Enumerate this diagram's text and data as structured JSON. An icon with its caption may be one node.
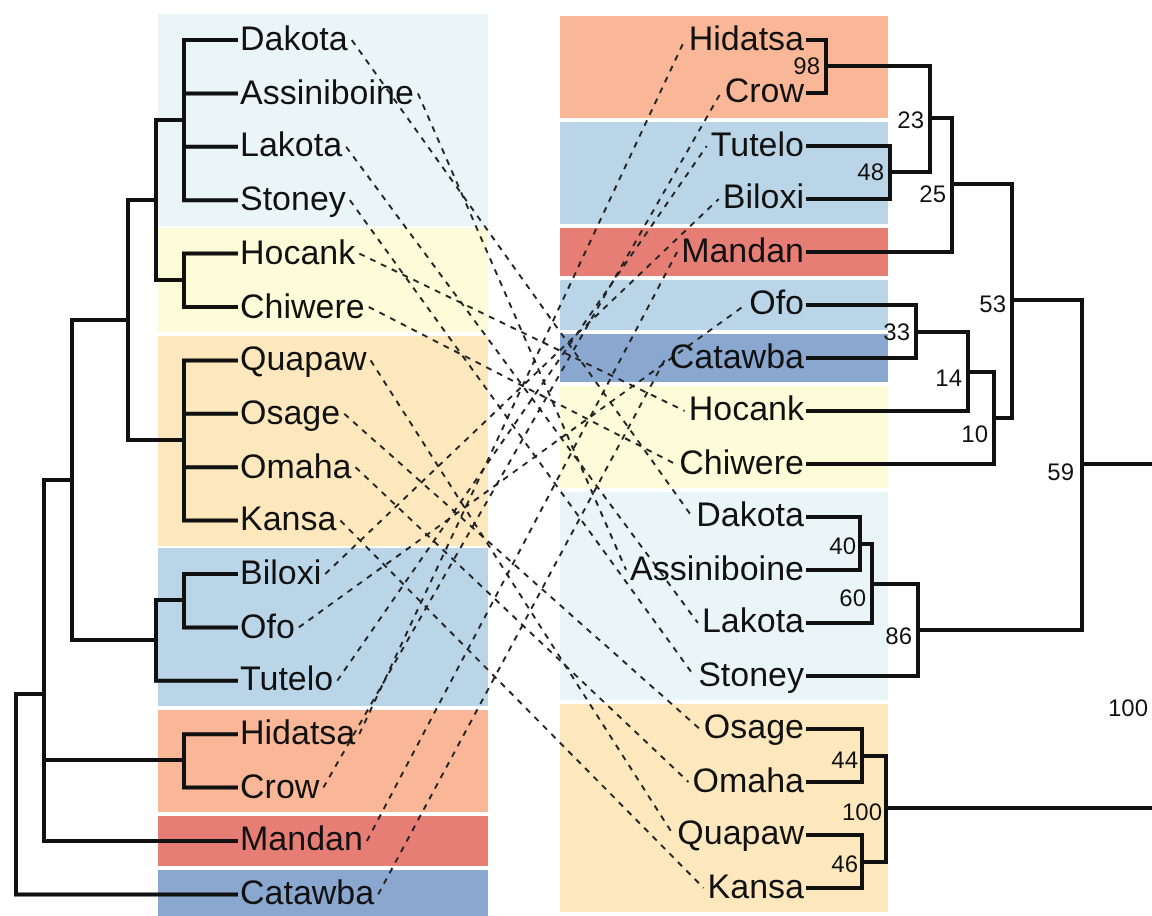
{
  "diagram": {
    "nodes": [
      {
        "text": [],
        "shape": "box"
      },
      {
        "text": [
          "Dakota"
        ],
        "in": 0
      },
      {
        "text": [
          "Assiniboine"
        ],
        "in": 0
      },
      {
        "text": [
          "Lakota"
        ],
        "in": 0
      },
      {
        "text": [
          "Stoney"
        ],
        "in": 0
      },
      {
        "text": [],
        "shape": "box"
      },
      {
        "text": [
          "Hocank"
        ],
        "in": 5
      },
      {
        "text": [
          "Chiwere"
        ],
        "in": 5
      },
      {
        "text": [],
        "shape": "box"
      },
      {
        "text": [
          "Quapaw"
        ],
        "in": 8
      },
      {
        "text": [
          "Osage"
        ],
        "in": 8
      },
      {
        "text": [
          "Omaha"
        ],
        "in": 8
      },
      {
        "text": [
          "Kansa"
        ],
        "in": 8
      },
      {
        "text": [],
        "shape": "box"
      },
      {
        "text": [
          "Biloxi"
        ],
        "in": 13
      },
      {
        "text": [
          "Ofo"
        ],
        "in": 13
      },
      {
        "text": [
          "Tutelo"
        ],
        "in": 13
      },
      {
        "text": [],
        "shape": "box"
      },
      {
        "text": [
          "Hidatsa"
        ],
        "in": 17
      },
      {
        "text": [
          "Crow"
        ],
        "in": 17
      },
      {
        "text": [],
        "shape": "box"
      },
      {
        "text": [
          "Mandan"
        ],
        "in": 20
      },
      {
        "text": [],
        "shape": "box"
      },
      {
        "text": [
          "Catawba"
        ],
        "in": 22
      },
      {
        "text": [],
        "shape": "box"
      },
      {
        "text": [
          "Hidatsa"
        ],
        "in": 24
      },
      {
        "text": [
          "Crow"
        ],
        "in": 24
      },
      {
        "text": [],
        "shape": "box"
      },
      {
        "text": [
          "Tutelo"
        ],
        "in": 27
      },
      {
        "text": [
          "Biloxi"
        ],
        "in": 27
      },
      {
        "text": [],
        "shape": "box"
      },
      {
        "text": [
          "Mandan"
        ],
        "in": 30
      },
      {
        "text": [],
        "shape": "box"
      },
      {
        "text": [
          "Ofo"
        ],
        "in": 32
      },
      {
        "text": [],
        "shape": "box"
      },
      {
        "text": [
          "Catawba"
        ],
        "in": 34
      },
      {
        "text": [],
        "shape": "box"
      },
      {
        "text": [
          "Hocank"
        ],
        "in": 36
      },
      {
        "text": [
          "Chiwere"
        ],
        "in": 36
      },
      {
        "text": [],
        "shape": "box"
      },
      {
        "text": [
          "Dakota"
        ],
        "in": 39
      },
      {
        "text": [
          "Assiniboine"
        ],
        "in": 39
      },
      {
        "text": [
          "Lakota"
        ],
        "in": 39
      },
      {
        "text": [
          "Stoney"
        ],
        "in": 39
      },
      {
        "text": [],
        "shape": "box"
      },
      {
        "text": [
          "Osage"
        ],
        "in": 44
      },
      {
        "text": [
          "Omaha"
        ],
        "in": 44
      },
      {
        "text": [
          "Quapaw"
        ],
        "in": 44
      },
      {
        "text": [
          "Kansa"
        ],
        "in": 44
      }
    ],
    "edges": [
      {
        "from": 1,
        "to": 40,
        "arrow": "none",
        "style": "dashed"
      },
      {
        "from": 2,
        "to": 41,
        "arrow": "none",
        "style": "dashed"
      },
      {
        "from": 3,
        "to": 42,
        "arrow": "none",
        "style": "dashed"
      },
      {
        "from": 4,
        "to": 43,
        "arrow": "none",
        "style": "dashed"
      },
      {
        "from": 6,
        "to": 37,
        "arrow": "none",
        "style": "dashed"
      },
      {
        "from": 7,
        "to": 38,
        "arrow": "none",
        "style": "dashed"
      },
      {
        "from": 9,
        "to": 47,
        "arrow": "none",
        "style": "dashed"
      },
      {
        "from": 10,
        "to": 45,
        "arrow": "none",
        "style": "dashed"
      },
      {
        "from": 11,
        "to": 46,
        "arrow": "none",
        "style": "dashed"
      },
      {
        "from": 12,
        "to": 48,
        "arrow": "none",
        "style": "dashed"
      },
      {
        "from": 14,
        "to": 29,
        "arrow": "none",
        "style": "dashed"
      },
      {
        "from": 15,
        "to": 33,
        "arrow": "none",
        "style": "dashed"
      },
      {
        "from": 16,
        "to": 28,
        "arrow": "none",
        "style": "dashed"
      },
      {
        "from": 18,
        "to": 25,
        "arrow": "none",
        "style": "dashed"
      },
      {
        "from": 19,
        "to": 26,
        "arrow": "none",
        "style": "dashed"
      },
      {
        "from": 21,
        "to": 31,
        "arrow": "none",
        "style": "dashed"
      },
      {
        "from": 23,
        "to": 35,
        "arrow": "none",
        "style": "dashed"
      }
    ],
    "labels": [
      "98",
      "23",
      "48",
      "25",
      "53",
      "33",
      "14",
      "10",
      "59",
      "40",
      "60",
      "86",
      "100",
      "44",
      "100",
      "46"
    ]
  }
}
